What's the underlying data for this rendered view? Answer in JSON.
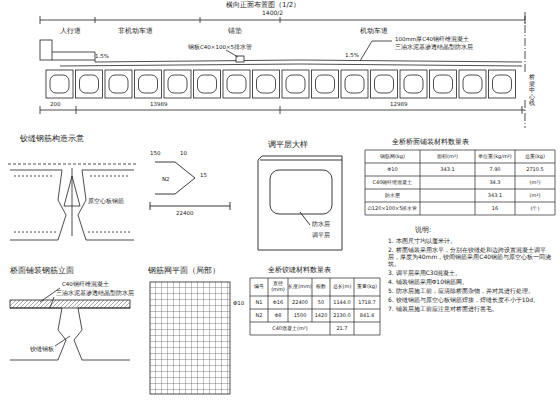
{
  "diagram": {
    "title": "横向正面布置图（1/2）",
    "labels": [
      "1400/2",
      "人行道",
      "非机动车道",
      "锚垫",
      "机动车道",
      "钢板C40×100×5排水管",
      "100mm厚C40钢纤维混凝土",
      "三油水泥基渗透结晶型防水层",
      "1.5%",
      "1.5%",
      "桥梁中心线",
      "200",
      "13989",
      "12989",
      "铰缝钢筋构造示意",
      "原空心板钢筋",
      "150",
      "10",
      "15",
      "N2",
      "22400",
      "调平层大样",
      "防水层",
      "调平层",
      "全桥桥面铺装材料数量表",
      "钢筋网(kg)",
      "面积(m²)",
      "单位重(kg/m²)",
      "总重(kg)",
      "Φ10",
      "343.1",
      "7.90",
      "2710.5",
      "C40钢纤维混凝土",
      "34.3",
      "(m³)",
      "防水层",
      "343.1",
      "(m²)",
      "∅120×100×5排水管",
      "16",
      "(个)",
      "说明:",
      "1. 本图尺寸均以厘米计。",
      "2. 桥面铺装采用水平，分别在铰缝处和边跨设置混凝土调平层，厚度为40mm，铰间钢筋采用C40钢筋与原空心板一同浇筑。",
      "3. 调平层采用C30混凝土。",
      "4. 铺装钢筋采用Φ10钢筋网。",
      "5. 防水层施工前，应清除桥面杂物，并对其进行处理。",
      "6. 铰缝钢筋与原空心板钢筋焊接，焊缝长度不小于10d。",
      "7. 铺装层施工前应注意对桥面进行凿毛。",
      "桥面铺装钢筋立面",
      "C40钢纤维混凝土",
      "三油水泥基渗透结晶型防水层",
      "铰缝钢板",
      "钢筋网平面（局部）",
      "Φ10",
      "全桥铰缝材料数量表",
      "编号",
      "直径(mm)",
      "长度(mm)",
      "根数",
      "总长(m)",
      "重量(kg)",
      "N1",
      "Φ16",
      "22400",
      "50",
      "1144.0",
      "1718.7",
      "N2",
      "Φ8",
      "1500",
      "1420",
      "2130.0",
      "841.4",
      "C40混凝土(m³)",
      "21.7"
    ]
  }
}
